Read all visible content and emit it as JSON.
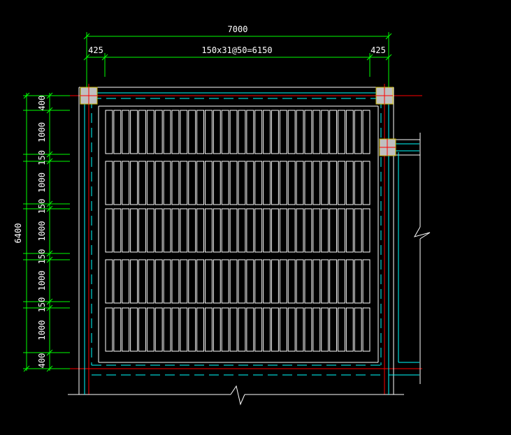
{
  "dimensions": {
    "top_overall": "7000",
    "top_left": "425",
    "top_middle": "150x31@50=6150",
    "top_right": "425",
    "left_overall": "6400",
    "left_segments": [
      "400",
      "1000",
      "150",
      "1000",
      "150",
      "1000",
      "150",
      "1000",
      "150",
      "1000",
      "400"
    ]
  },
  "grid": {
    "rows": 5,
    "slots_per_row": 32
  },
  "colors": {
    "background": "#000000",
    "dimension_line": "#00ff00",
    "axis_line": "#ff0000",
    "hidden_line": "#00ffff",
    "outline": "#ffffff",
    "column_fill": "#c0c0c0",
    "column_border": "#c8b400"
  }
}
